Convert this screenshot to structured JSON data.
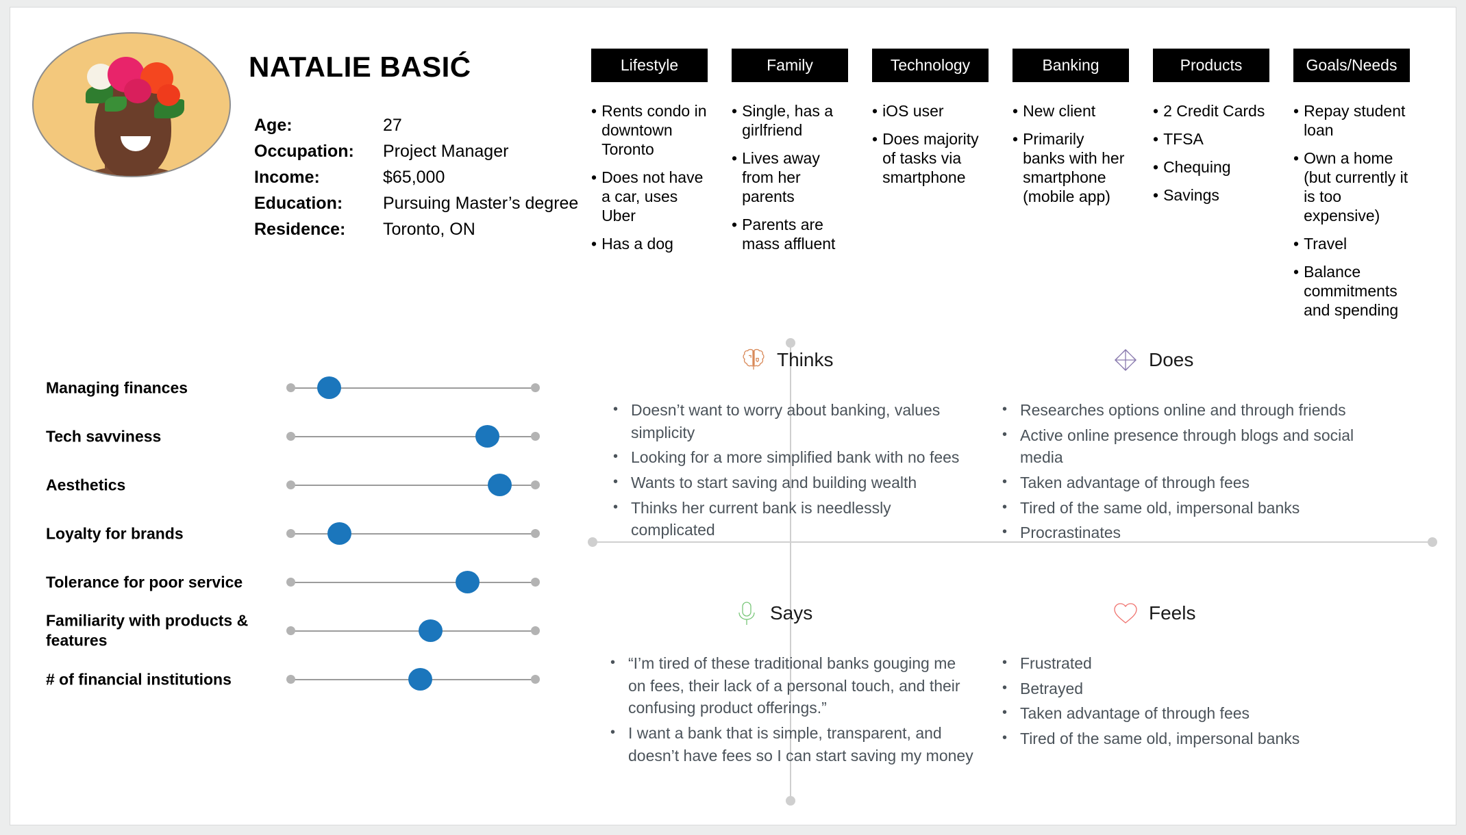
{
  "persona": {
    "name": "NATALIE BASIĆ",
    "avatar_alt": "portrait-photo",
    "demographics": [
      {
        "key": "Age:",
        "value": "27"
      },
      {
        "key": "Occupation:",
        "value": "Project Manager"
      },
      {
        "key": "Income:",
        "value": "$65,000"
      },
      {
        "key": "Education:",
        "value": "Pursuing Master’s degree"
      },
      {
        "key": "Residence:",
        "value": "Toronto, ON"
      }
    ]
  },
  "categories": [
    {
      "title": "Lifestyle",
      "items": [
        "Rents condo in downtown Toronto",
        "Does not have a car, uses Uber",
        "Has a dog"
      ]
    },
    {
      "title": "Family",
      "items": [
        "Single, has a girlfriend",
        "Lives away from her parents",
        "Parents are mass affluent"
      ]
    },
    {
      "title": "Technology",
      "items": [
        "iOS user",
        "Does majority of tasks via smartphone"
      ]
    },
    {
      "title": "Banking",
      "items": [
        "New client",
        "Primarily banks with her smartphone (mobile app)"
      ]
    },
    {
      "title": "Products",
      "items": [
        "2 Credit Cards",
        "TFSA",
        "Chequing",
        "Savings"
      ]
    },
    {
      "title": "Goals/Needs",
      "items": [
        "Repay student loan",
        "Own a home (but currently it is too expensive)",
        "Travel",
        "Balance commitments and spending"
      ]
    }
  ],
  "chart_data": {
    "type": "bar",
    "title": "Persona attribute sliders",
    "xlabel": "",
    "ylabel": "",
    "xlim": [
      0,
      100
    ],
    "grid": false,
    "legend": "none",
    "categories": [
      "Managing finances",
      "Tech savviness",
      "Aesthetics",
      "Loyalty for brands",
      "Tolerance for poor service",
      "Familiarity with products & features",
      "# of financial institutions"
    ],
    "values": [
      16,
      80,
      85,
      20,
      72,
      57,
      53
    ],
    "knob_color": "#1b76bc",
    "track_color": "#9b9b9b"
  },
  "empathy_map": {
    "thinks": {
      "title": "Thinks",
      "icon": "brain-icon",
      "icon_color": "#d98a5a",
      "items": [
        "Doesn’t want to worry about banking, values simplicity",
        "Looking for a more simplified bank with no fees",
        "Wants to start saving and building wealth",
        "Thinks her current bank is needlessly complicated"
      ]
    },
    "does": {
      "title": "Does",
      "icon": "move-arrows-icon",
      "icon_color": "#8878ad",
      "items": [
        "Researches options online and through friends",
        "Active online presence through blogs and social media",
        "Taken advantage of through fees",
        "Tired of the same old, impersonal banks",
        "Procrastinates"
      ]
    },
    "says": {
      "title": "Says",
      "icon": "microphone-icon",
      "icon_color": "#7ac77a",
      "items": [
        "“I’m tired of these traditional banks gouging me on fees, their lack of a personal touch, and their confusing product offerings.”",
        "I want a bank that is simple, transparent, and doesn’t have fees so I can start saving my money"
      ]
    },
    "feels": {
      "title": "Feels",
      "icon": "heart-icon",
      "icon_color": "#f0736f",
      "items": [
        "Frustrated",
        "Betrayed",
        "Taken advantage of through fees",
        "Tired of the same old, impersonal banks"
      ]
    }
  },
  "bullet_glyph": "•"
}
